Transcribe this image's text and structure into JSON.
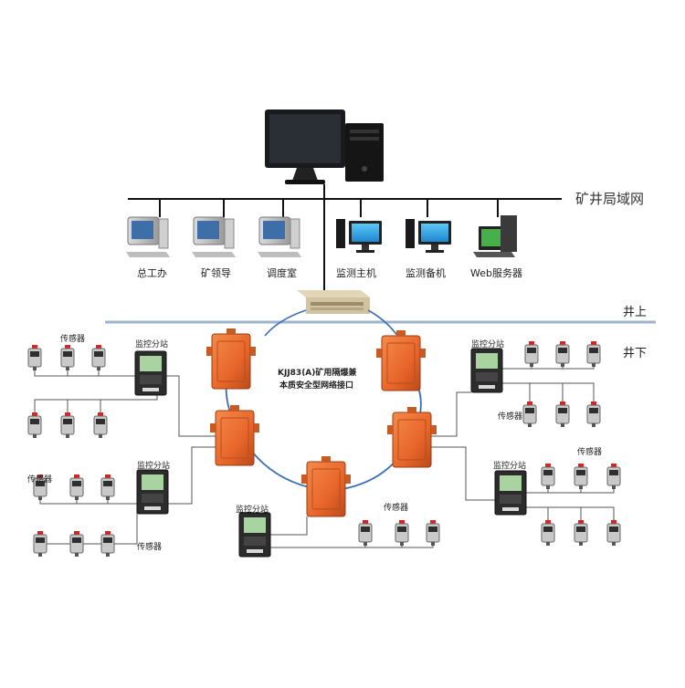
{
  "network": {
    "lan_label": "矿井局域网",
    "above_ground": "井上",
    "below_ground": "井下"
  },
  "clients": [
    {
      "label": "总工办",
      "icon": "crt-computer-icon"
    },
    {
      "label": "矿领导",
      "icon": "crt-computer-icon"
    },
    {
      "label": "调度室",
      "icon": "crt-computer-icon"
    },
    {
      "label": "监测主机",
      "icon": "lcd-computer-icon"
    },
    {
      "label": "监测备机",
      "icon": "lcd-computer-icon"
    },
    {
      "label": "Web服务器",
      "icon": "server-computer-icon"
    }
  ],
  "ring": {
    "caption_line1": "KJJ83(A)矿用隔爆兼",
    "caption_line2": "本质安全型网络接口"
  },
  "substation_label": "监控分站",
  "sensor_label": "传感器",
  "colors": {
    "enclosure": "#e8652a",
    "ring_line": "#3a6fb5",
    "ground_line": "#9fb3cc",
    "screen_blue": "#1e9fe0"
  }
}
